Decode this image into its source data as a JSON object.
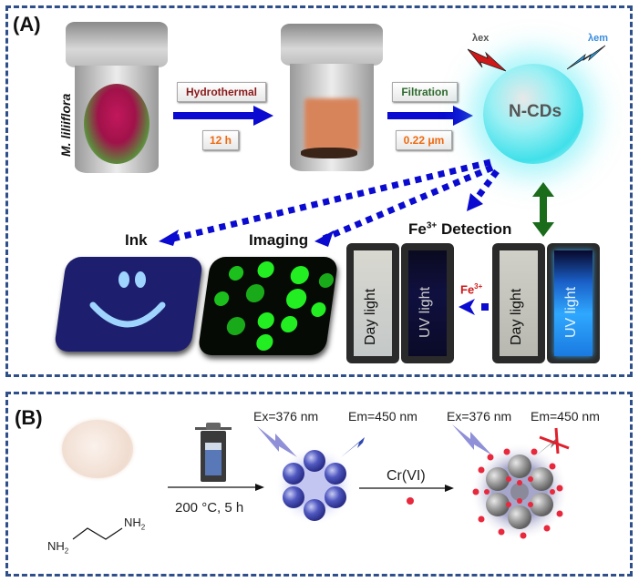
{
  "panel_a": {
    "label": "(A)",
    "plant_name": "M. liliiflora",
    "step1": {
      "top_tag": "Hydrothermal",
      "bottom_tag": "12 h"
    },
    "step2": {
      "top_tag": "Filtration",
      "bottom_tag": "0.22 μm"
    },
    "product": "N-CDs",
    "excitation_label": "λex",
    "emission_label": "λem",
    "applications": {
      "ink": "Ink",
      "imaging": "Imaging",
      "detection_prefix": "Fe",
      "detection_sup": "3+",
      "detection_suffix": " Detection"
    },
    "cuvettes": {
      "day_label": "Day light",
      "uv_label": "UV light"
    },
    "quencher": {
      "ion": "Fe",
      "charge": "3+"
    },
    "colors": {
      "arrow": "#0000cc",
      "bidirectional_arrow": "#1a6b1a",
      "nucleus_glow": "#22ee22",
      "ncd_glow": "#40e8f0",
      "uv_fluorescence": "#2fa8ff"
    }
  },
  "panel_b": {
    "label": "(B)",
    "reagent_formula": {
      "left": "NH",
      "right": "NH",
      "sub": "2"
    },
    "conditions": "200 °C, 5 h",
    "state1": {
      "ex": "Ex=376 nm",
      "em": "Em=450 nm"
    },
    "quencher": "Cr(VI)",
    "state2": {
      "ex": "Ex=376 nm",
      "em": "Em=450 nm"
    },
    "colors": {
      "dot": "#e8283c",
      "cd_blue": "#4850b8",
      "cd_gray": "#9a9a9a"
    }
  }
}
